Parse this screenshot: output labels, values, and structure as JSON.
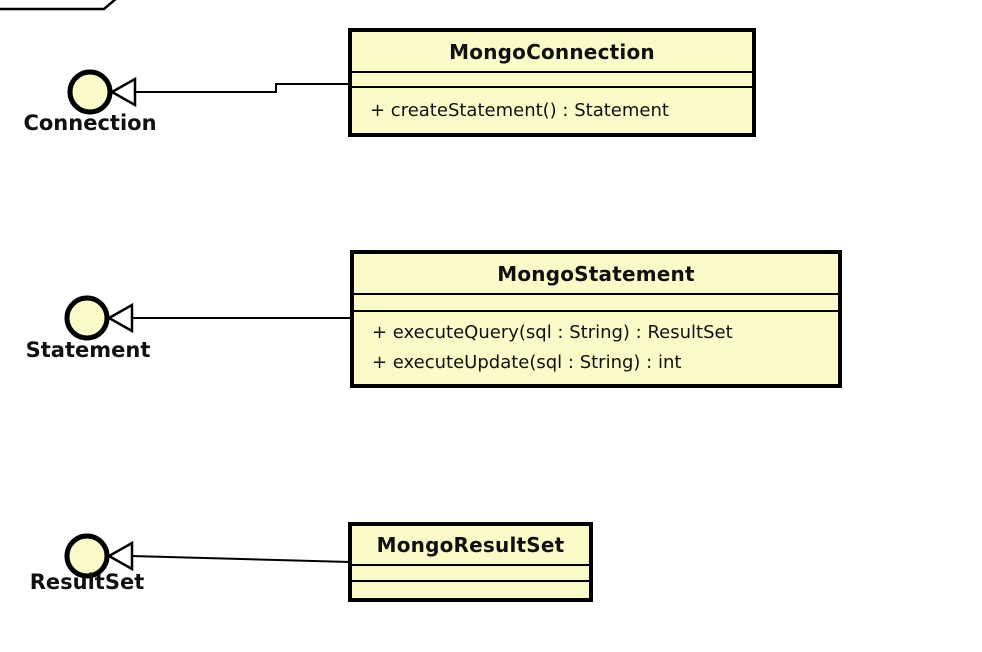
{
  "diagram": {
    "kind": "uml-class-diagram",
    "colors": {
      "node_fill": "#fbfbc9",
      "node_border": "#000000",
      "background": "#ffffff",
      "text": "#111111"
    },
    "classes": [
      {
        "name": "MongoConnection",
        "attributes": [],
        "methods": [
          "+ createStatement() : Statement"
        ]
      },
      {
        "name": "MongoStatement",
        "attributes": [],
        "methods": [
          "+ executeQuery(sql : String) : ResultSet",
          "+ executeUpdate(sql : String) : int"
        ]
      },
      {
        "name": "MongoResultSet",
        "attributes": [],
        "methods": []
      }
    ],
    "interfaces": [
      {
        "label": "Connection",
        "icon": "lollipop-interface-icon"
      },
      {
        "label": "Statement",
        "icon": "lollipop-interface-icon"
      },
      {
        "label": "ResultSet",
        "icon": "lollipop-interface-icon"
      }
    ],
    "relations": [
      {
        "from": "MongoConnection",
        "to": "Connection",
        "type": "realization"
      },
      {
        "from": "MongoStatement",
        "to": "Statement",
        "type": "realization"
      },
      {
        "from": "MongoResultSet",
        "to": "ResultSet",
        "type": "realization"
      }
    ]
  }
}
